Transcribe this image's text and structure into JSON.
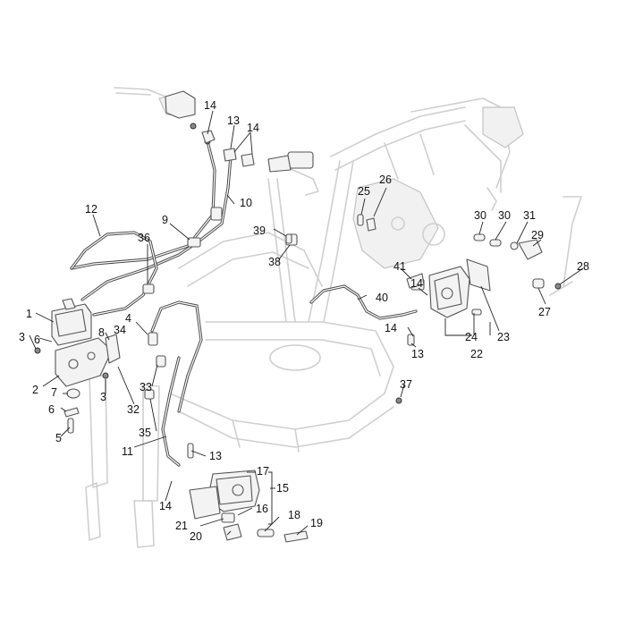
{
  "callouts": [
    {
      "id": "1",
      "text": "1"
    },
    {
      "id": "2",
      "text": "2"
    },
    {
      "id": "3a",
      "text": "3"
    },
    {
      "id": "3b",
      "text": "3"
    },
    {
      "id": "4",
      "text": "4"
    },
    {
      "id": "5",
      "text": "5"
    },
    {
      "id": "6a",
      "text": "6"
    },
    {
      "id": "6b",
      "text": "6"
    },
    {
      "id": "7",
      "text": "7"
    },
    {
      "id": "8",
      "text": "8"
    },
    {
      "id": "9",
      "text": "9"
    },
    {
      "id": "10",
      "text": "10"
    },
    {
      "id": "11",
      "text": "11"
    },
    {
      "id": "12",
      "text": "12"
    },
    {
      "id": "13a",
      "text": "13"
    },
    {
      "id": "13b",
      "text": "13"
    },
    {
      "id": "13c",
      "text": "13"
    },
    {
      "id": "14a",
      "text": "14"
    },
    {
      "id": "14b",
      "text": "14"
    },
    {
      "id": "14c",
      "text": "14"
    },
    {
      "id": "14d",
      "text": "14"
    },
    {
      "id": "14e",
      "text": "14"
    },
    {
      "id": "15",
      "text": "15"
    },
    {
      "id": "16",
      "text": "16"
    },
    {
      "id": "17",
      "text": "17"
    },
    {
      "id": "18",
      "text": "18"
    },
    {
      "id": "19",
      "text": "19"
    },
    {
      "id": "20",
      "text": "20"
    },
    {
      "id": "21",
      "text": "21"
    },
    {
      "id": "22",
      "text": "22"
    },
    {
      "id": "23",
      "text": "23"
    },
    {
      "id": "24",
      "text": "24"
    },
    {
      "id": "25",
      "text": "25"
    },
    {
      "id": "26",
      "text": "26"
    },
    {
      "id": "27",
      "text": "27"
    },
    {
      "id": "28",
      "text": "28"
    },
    {
      "id": "29",
      "text": "29"
    },
    {
      "id": "30a",
      "text": "30"
    },
    {
      "id": "30b",
      "text": "30"
    },
    {
      "id": "31",
      "text": "31"
    },
    {
      "id": "32",
      "text": "32"
    },
    {
      "id": "33",
      "text": "33"
    },
    {
      "id": "34",
      "text": "34"
    },
    {
      "id": "35",
      "text": "35"
    },
    {
      "id": "36",
      "text": "36"
    },
    {
      "id": "37",
      "text": "37"
    },
    {
      "id": "38",
      "text": "38"
    },
    {
      "id": "39",
      "text": "39"
    },
    {
      "id": "40",
      "text": "40"
    },
    {
      "id": "41",
      "text": "41"
    }
  ]
}
